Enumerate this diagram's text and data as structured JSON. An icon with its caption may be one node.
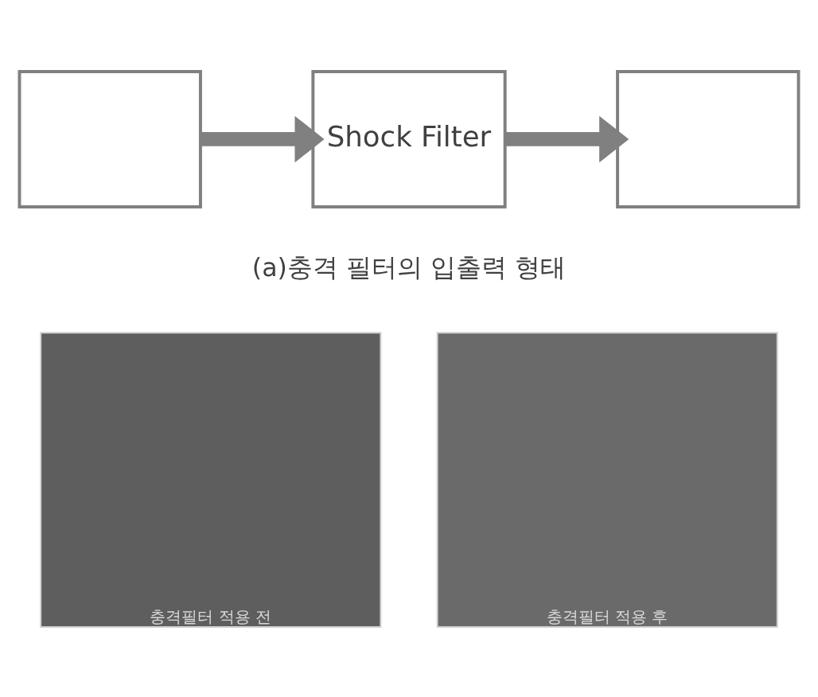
{
  "diagram": {
    "nodes": [
      {
        "text": [],
        "shape": "box"
      },
      {
        "text": [
          "Shock Filter"
        ]
      },
      {
        "text": [],
        "shape": "box"
      },
      {
        "text": [
          "충격필터 적용 전"
        ]
      },
      {
        "text": [
          "충격필터 적용 후"
        ]
      }
    ],
    "edges": [
      {
        "from": 0,
        "to": 1,
        "arrow": "to"
      },
      {
        "from": 1,
        "to": 2,
        "arrow": "to"
      }
    ],
    "labels": [
      "(a)충격 필터의 입출력 형태"
    ]
  }
}
